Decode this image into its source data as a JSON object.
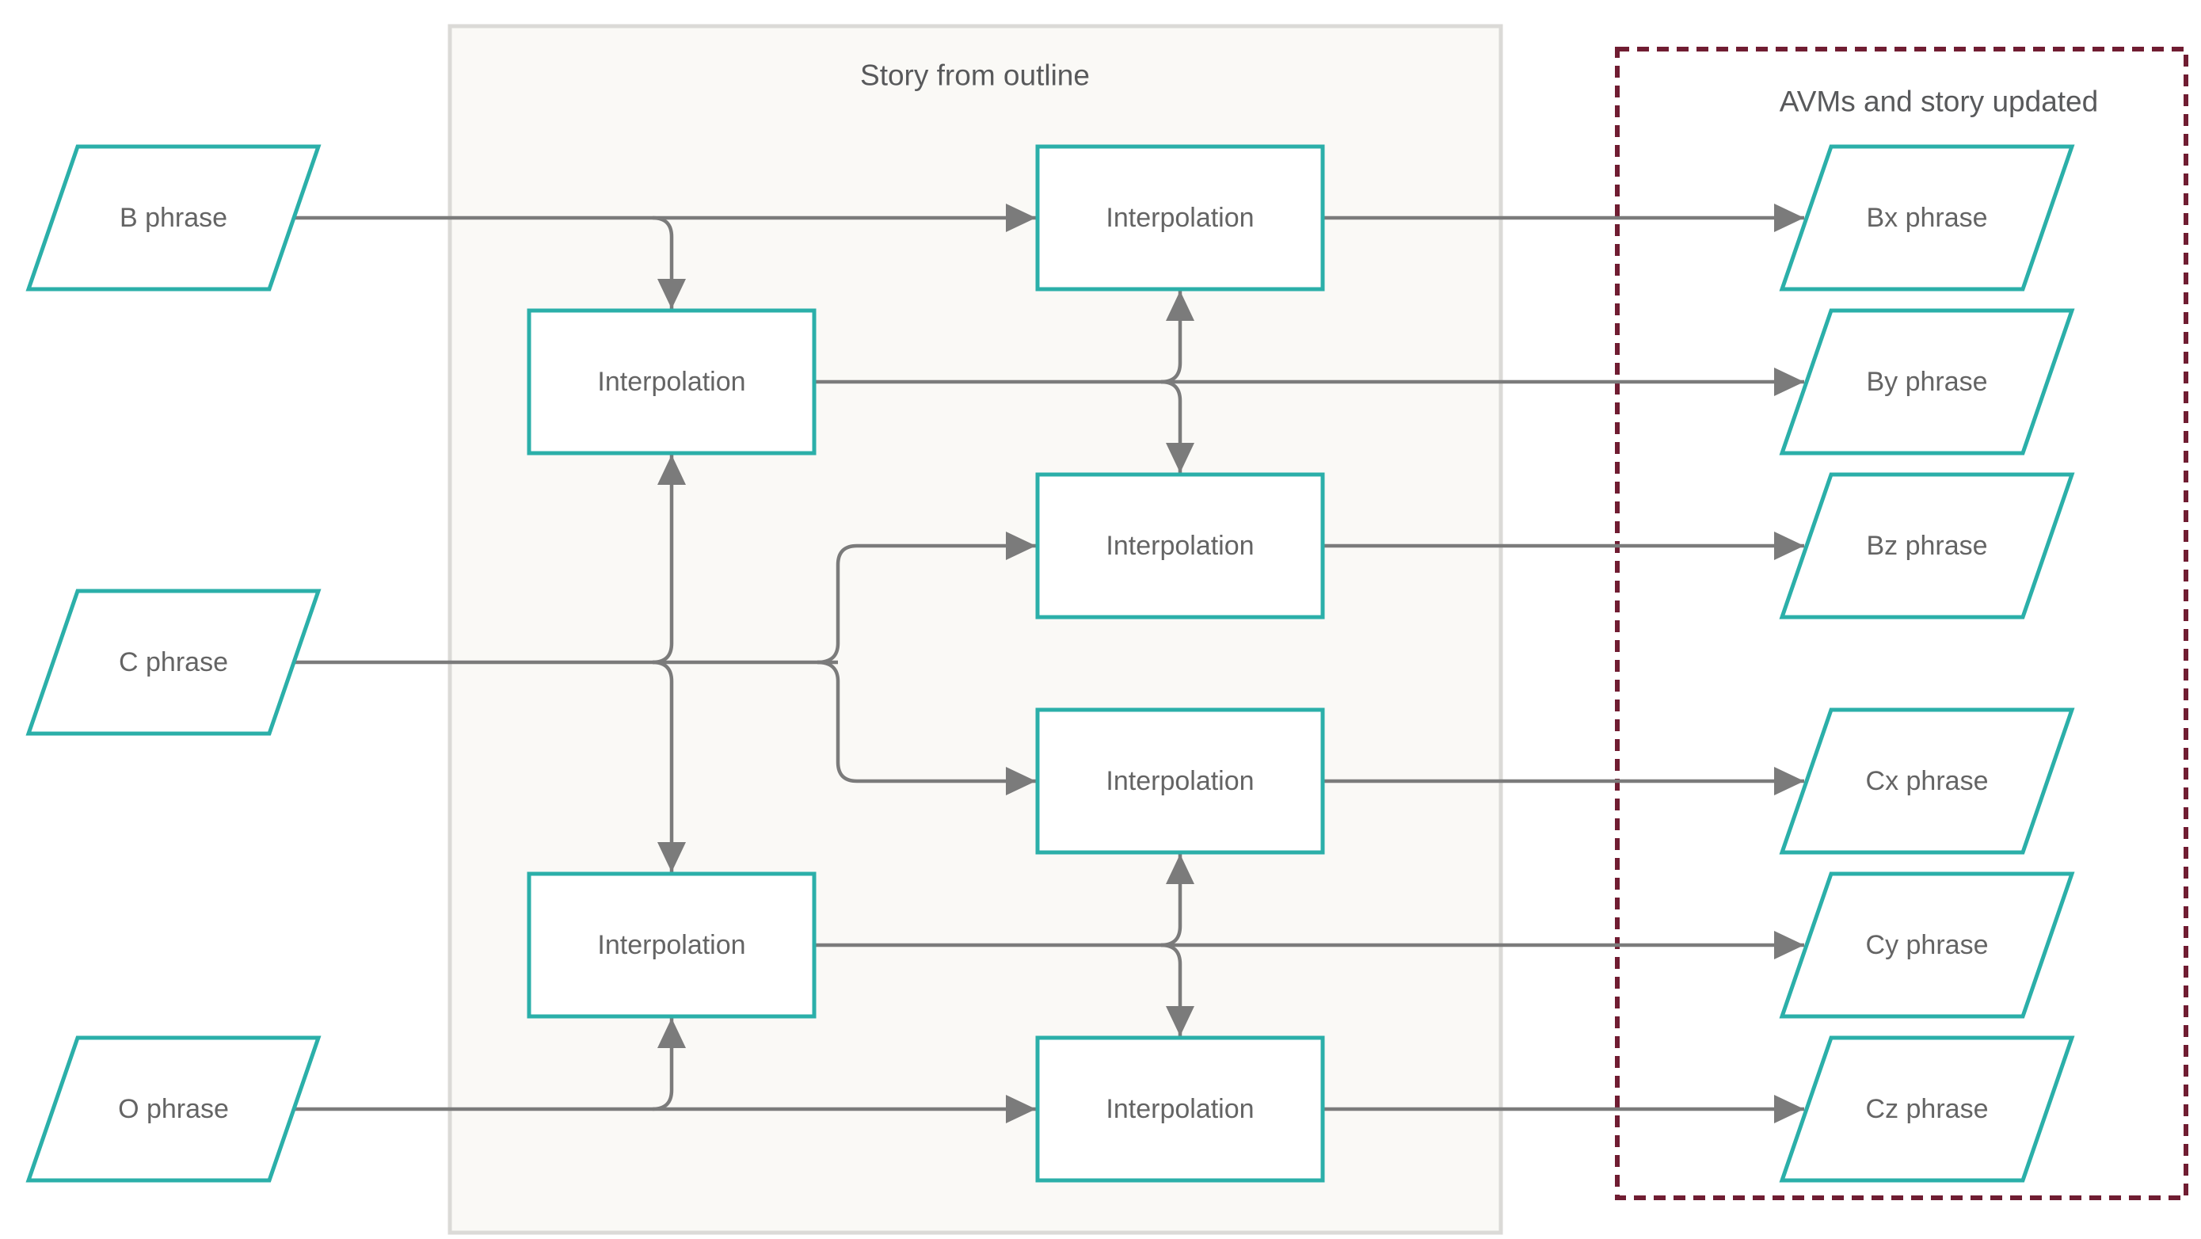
{
  "diagram": {
    "groups": {
      "story": {
        "label": "Story from outline"
      },
      "avms": {
        "label": "AVMs and story updated"
      }
    },
    "inputs": [
      {
        "id": "b-phrase",
        "label": "B phrase"
      },
      {
        "id": "c-phrase",
        "label": "C phrase"
      },
      {
        "id": "o-phrase",
        "label": "O phrase"
      }
    ],
    "processes": [
      {
        "id": "interpolation-1",
        "label": "Interpolation"
      },
      {
        "id": "interpolation-2",
        "label": "Interpolation"
      },
      {
        "id": "interpolation-3",
        "label": "Interpolation"
      },
      {
        "id": "interpolation-4",
        "label": "Interpolation"
      },
      {
        "id": "interpolation-5",
        "label": "Interpolation"
      },
      {
        "id": "interpolation-6",
        "label": "Interpolation"
      }
    ],
    "outputs": [
      {
        "id": "bx-phrase",
        "label": "Bx phrase"
      },
      {
        "id": "by-phrase",
        "label": "By phrase"
      },
      {
        "id": "bz-phrase",
        "label": "Bz phrase"
      },
      {
        "id": "cx-phrase",
        "label": "Cx phrase"
      },
      {
        "id": "cy-phrase",
        "label": "Cy phrase"
      },
      {
        "id": "cz-phrase",
        "label": "Cz phrase"
      }
    ],
    "edges": [
      {
        "from": "b-phrase",
        "to": "interpolation-1"
      },
      {
        "from": "b-phrase",
        "to": "interpolation-2"
      },
      {
        "from": "c-phrase",
        "to": "interpolation-2"
      },
      {
        "from": "c-phrase",
        "to": "interpolation-3"
      },
      {
        "from": "c-phrase",
        "to": "interpolation-4"
      },
      {
        "from": "c-phrase",
        "to": "interpolation-5"
      },
      {
        "from": "o-phrase",
        "to": "interpolation-5"
      },
      {
        "from": "o-phrase",
        "to": "interpolation-6"
      },
      {
        "from": "interpolation-2",
        "to": "interpolation-1"
      },
      {
        "from": "interpolation-2",
        "to": "interpolation-3"
      },
      {
        "from": "interpolation-2",
        "to": "by-phrase"
      },
      {
        "from": "interpolation-5",
        "to": "interpolation-4"
      },
      {
        "from": "interpolation-5",
        "to": "interpolation-6"
      },
      {
        "from": "interpolation-5",
        "to": "cy-phrase"
      },
      {
        "from": "interpolation-1",
        "to": "bx-phrase"
      },
      {
        "from": "interpolation-3",
        "to": "bz-phrase"
      },
      {
        "from": "interpolation-4",
        "to": "cx-phrase"
      },
      {
        "from": "interpolation-6",
        "to": "cz-phrase"
      }
    ],
    "colors": {
      "node-border": "#2BAFA9",
      "edge": "#7B7B7B",
      "group-fill": "#FAF9F6",
      "group-border": "#DBDAD7",
      "avms-border": "#701D32",
      "text": "#646464",
      "title": "#58595B"
    }
  }
}
